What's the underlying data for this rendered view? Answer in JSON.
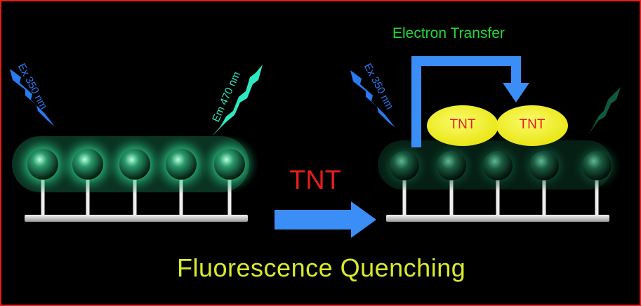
{
  "labels": {
    "electron_transfer": "Electron Transfer",
    "tnt_arrow": "TNT",
    "caption": "Fluorescence Quenching",
    "ex_left": "Ex 350 nm",
    "em_left": "Em 470 nm",
    "ex_right": "Ex 350 nm"
  },
  "tnt_molecules": [
    {
      "label": "TNT"
    },
    {
      "label": "TNT"
    }
  ],
  "colors": {
    "border": "#e0201c",
    "background": "#000000",
    "glow_bright": "#3df5a8",
    "glow_dim": "#0f6a48",
    "excitation": "#2a7af0",
    "emission": "#2ee8c0",
    "tnt_fill": "#f2f21e",
    "tnt_text": "#e51d1d",
    "arrow": "#3a8ef5",
    "caption": "#d9ea2a",
    "electron_transfer": "#22d838"
  }
}
